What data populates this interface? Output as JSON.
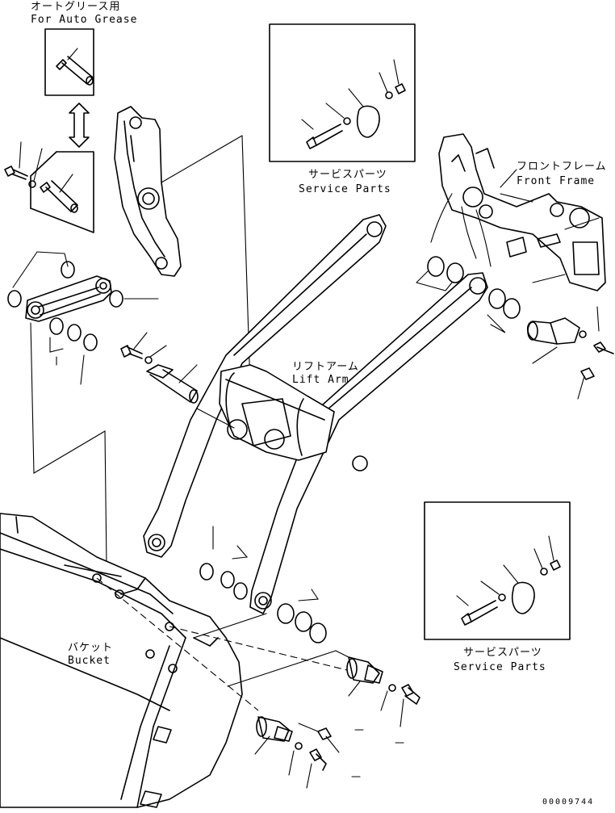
{
  "labels": {
    "auto_grease_jp": "オートグリース用",
    "auto_grease_en": "For Auto Grease",
    "service_parts_top_jp": "サービスパーツ",
    "service_parts_top_en": "Service Parts",
    "front_frame_jp": "フロントフレーム",
    "front_frame_en": "Front Frame",
    "lift_arm_jp": "リフトアーム",
    "lift_arm_en": "Lift Arm",
    "bucket_jp": "バケット",
    "bucket_en": "Bucket",
    "service_parts_bottom_jp": "サービスパーツ",
    "service_parts_bottom_en": "Service Parts",
    "drawing_number": "00009744"
  }
}
